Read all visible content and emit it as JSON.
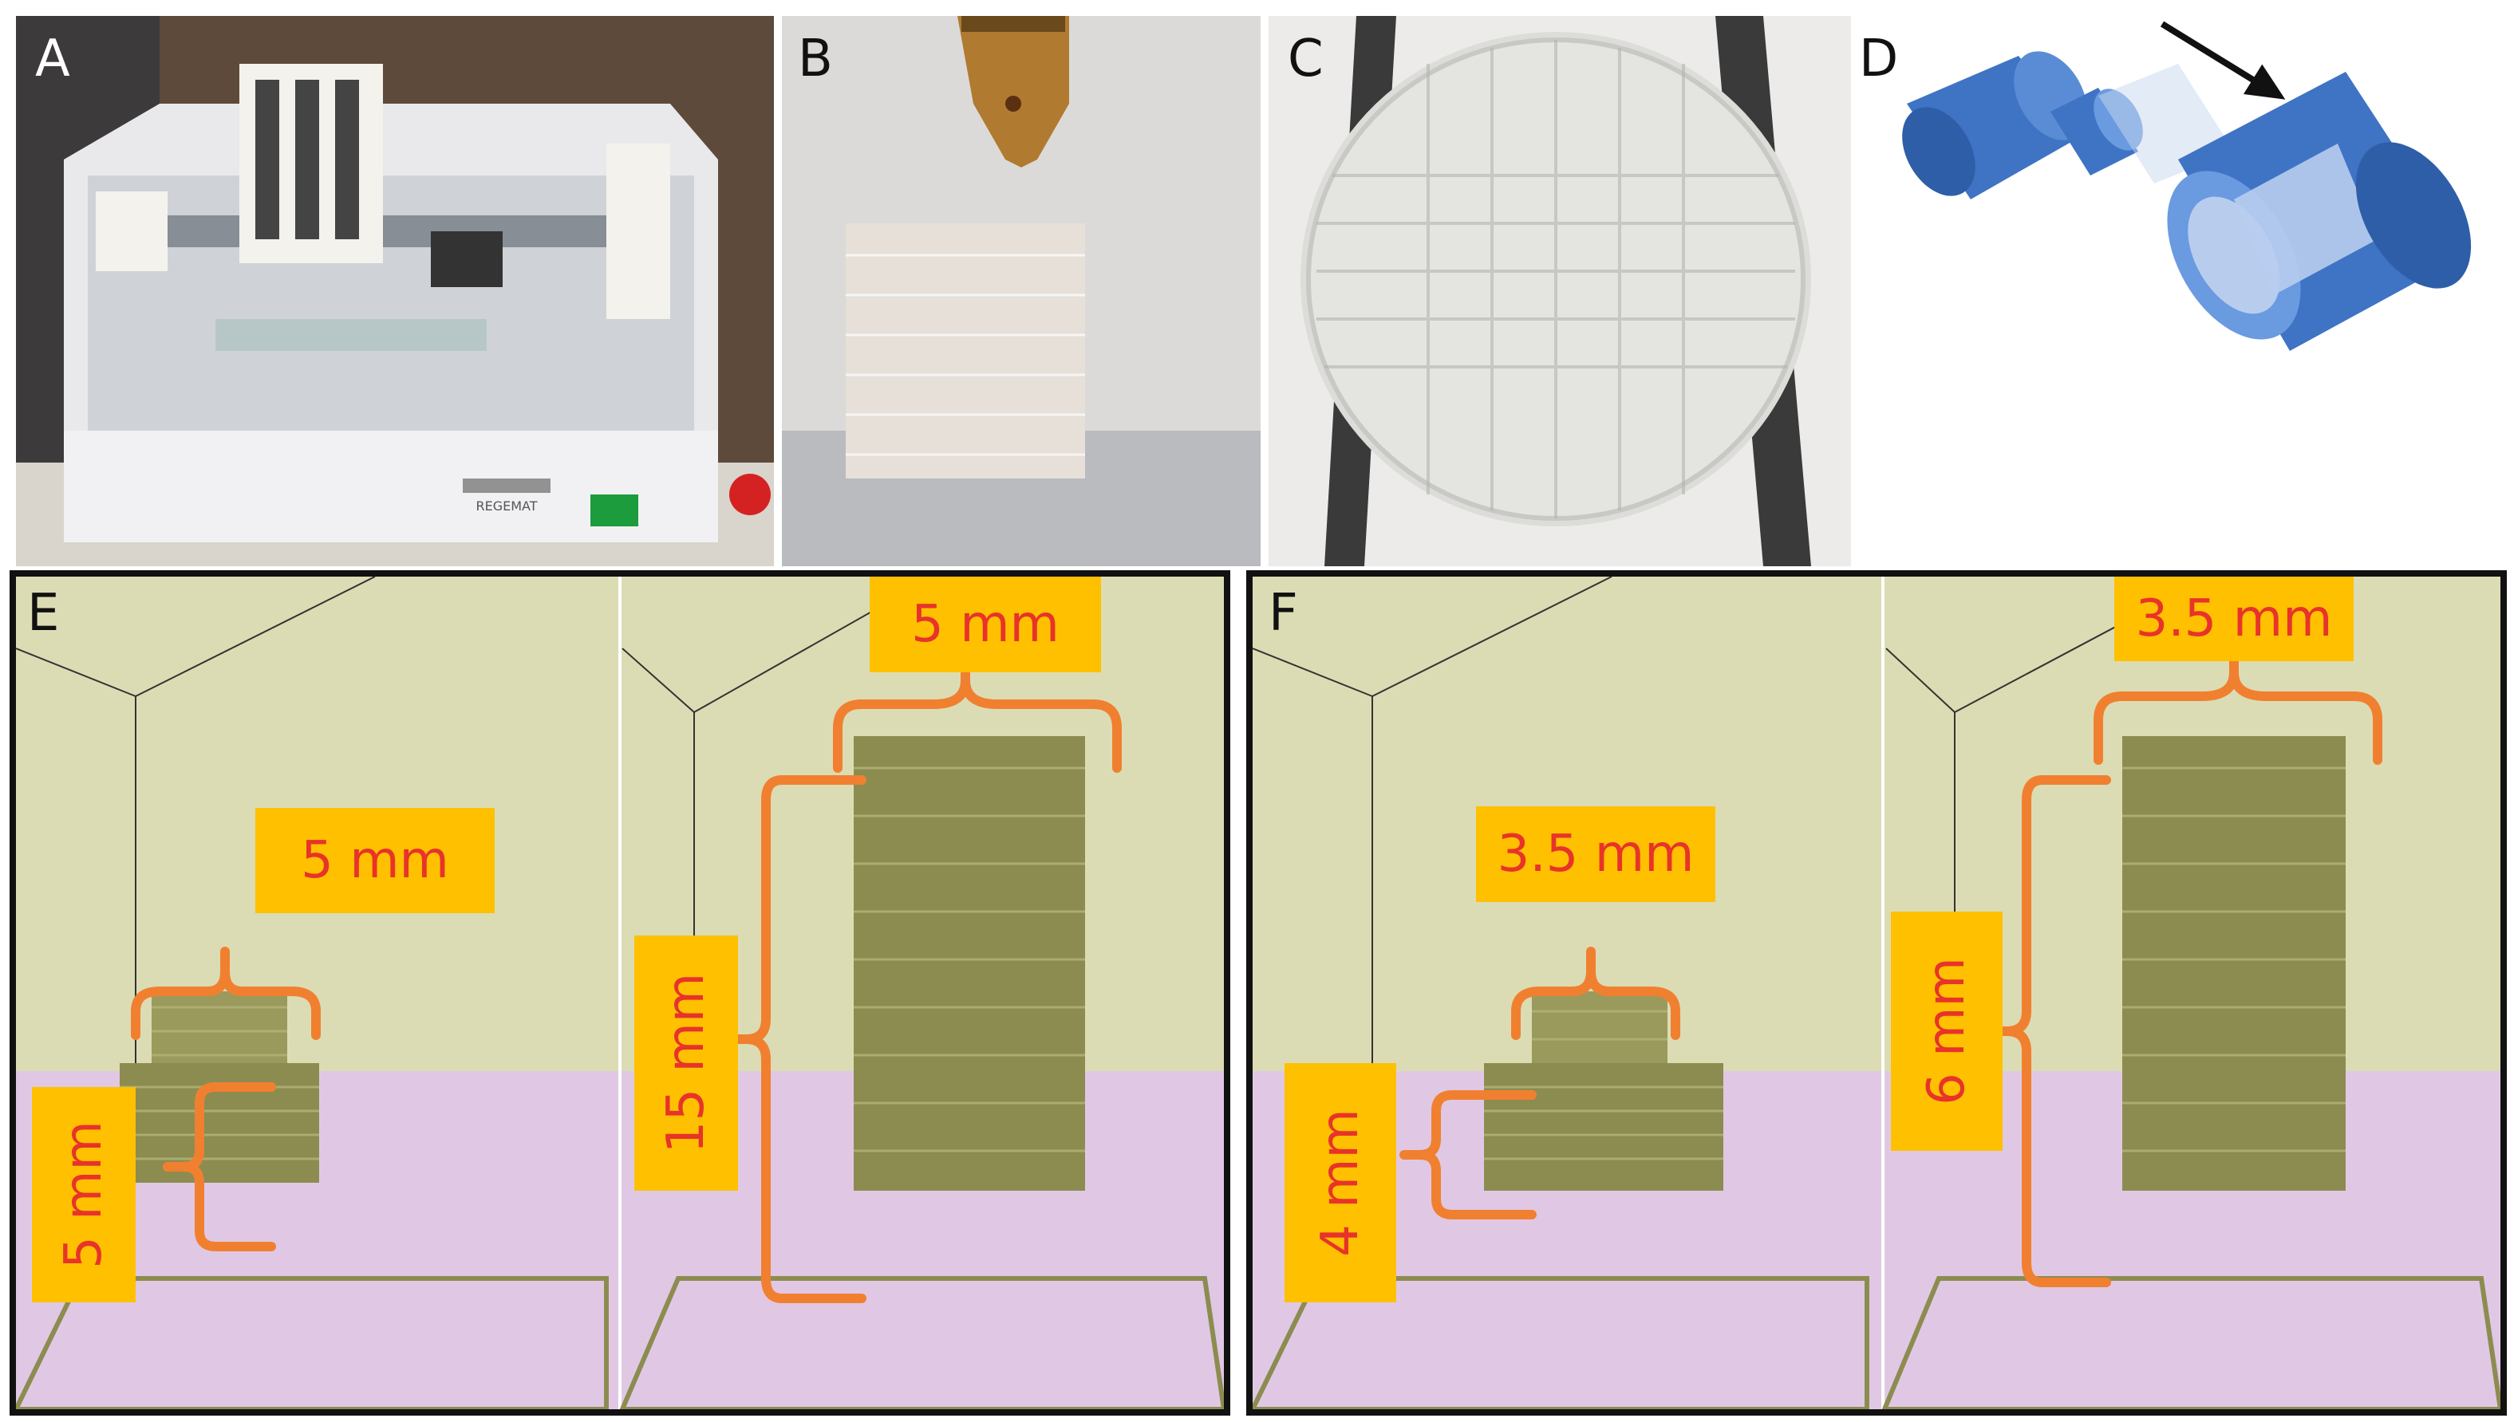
{
  "panels": {
    "a": {
      "label": "A",
      "brand": "REGEMAT"
    },
    "b": {
      "label": "B"
    },
    "c": {
      "label": "C"
    },
    "d": {
      "label": "D"
    },
    "e": {
      "label": "E",
      "left": {
        "width_label": "5 mm",
        "height_label": "5 mm"
      },
      "right": {
        "width_label": "5 mm",
        "height_label": "15 mm"
      }
    },
    "f": {
      "label": "F",
      "left": {
        "width_label": "3.5 mm",
        "height_label": "4 mm"
      },
      "right": {
        "width_label": "3.5 mm",
        "height_label": "6 mm"
      }
    }
  },
  "colors": {
    "tag_fill": "#ffc000",
    "tag_text": "#e8332a",
    "bracket": "#f08030",
    "wall": "#dcdcb4",
    "floor": "#e0c8e4",
    "scaffold": "#8c8c50",
    "cylinder_blue": "#3f73c4"
  },
  "icons": {
    "arrow": "arrow-down-right-icon"
  }
}
